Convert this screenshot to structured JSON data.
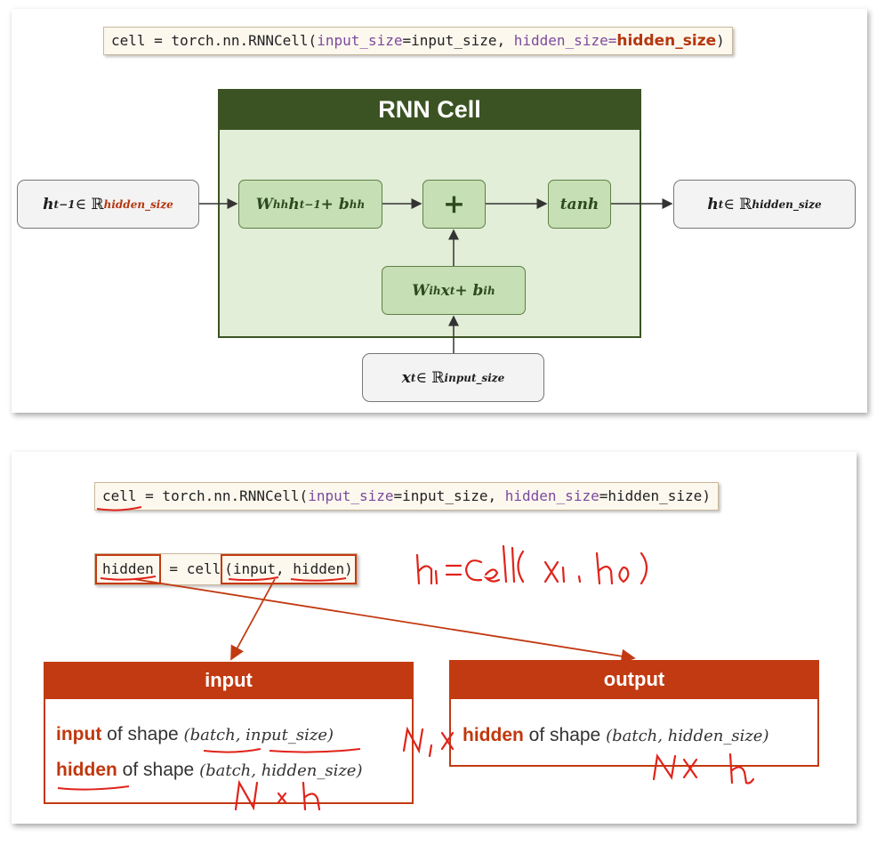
{
  "slide1": {
    "code": {
      "prefix": "cell = torch.nn.RNNCell(",
      "kw1": "input_size",
      "eq1": "=input_size, ",
      "kw2": "hidden_size",
      "eq2": "=",
      "highlight": "hidden_size",
      "suffix": ")"
    },
    "cell_title": "RNN Cell",
    "left_box": {
      "h": "h",
      "h_sub": "t−1",
      "in": " ∈ ℝ",
      "sup": "hidden_size"
    },
    "w_hh": {
      "W": "W",
      "W_sub": "hh",
      "h": "h",
      "h_sub": "t−1",
      "plus": " + b",
      "b_sub": "hh"
    },
    "plus_sign": "+",
    "tanh": "tanh",
    "w_ih": {
      "W": "W",
      "W_sub": "ih",
      "x": "x",
      "x_sub": "t",
      "plus": " + b",
      "b_sub": "ih"
    },
    "right_box": {
      "h": "h",
      "h_sub": "t",
      "in": " ∈ ℝ",
      "sup": "hidden_size"
    },
    "bottom_box": {
      "x": "x",
      "x_sub": "t",
      "in": " ∈ ℝ",
      "sup": "input_size"
    },
    "colors": {
      "dark_green": "#3b5323",
      "light_green": "#e2eed8",
      "node_green": "#c6dfb4",
      "accent_red": "#b5370f"
    }
  },
  "slide2": {
    "code1": {
      "prefix": "cell = torch.nn.RNNCell(",
      "kw1": "input_size",
      "eq1": "=input_size, ",
      "kw2": "hidden_size",
      "eq2": "=hidden_size)"
    },
    "code2": {
      "lhs": "hidden",
      "mid": " = cell",
      "args": "(input, hidden)"
    },
    "handwritten_formula": "h1 = cell( x1 , h0 )",
    "input_panel": {
      "title": "input",
      "line1_bold": "input",
      "line1_text": " of shape ",
      "line1_math": "(batch, input_size)",
      "line2_bold": "hidden",
      "line2_text": " of shape ",
      "line2_math": "(batch, hidden_size)"
    },
    "output_panel": {
      "title": "output",
      "line1_bold": "hidden",
      "line1_text": " of shape ",
      "line1_math": "(batch, hidden_size)"
    },
    "handwritten_notes": [
      "N , x",
      "N × h",
      "N × h"
    ],
    "colors": {
      "panel_red": "#c23a12",
      "ink_red": "#e0231a"
    }
  }
}
